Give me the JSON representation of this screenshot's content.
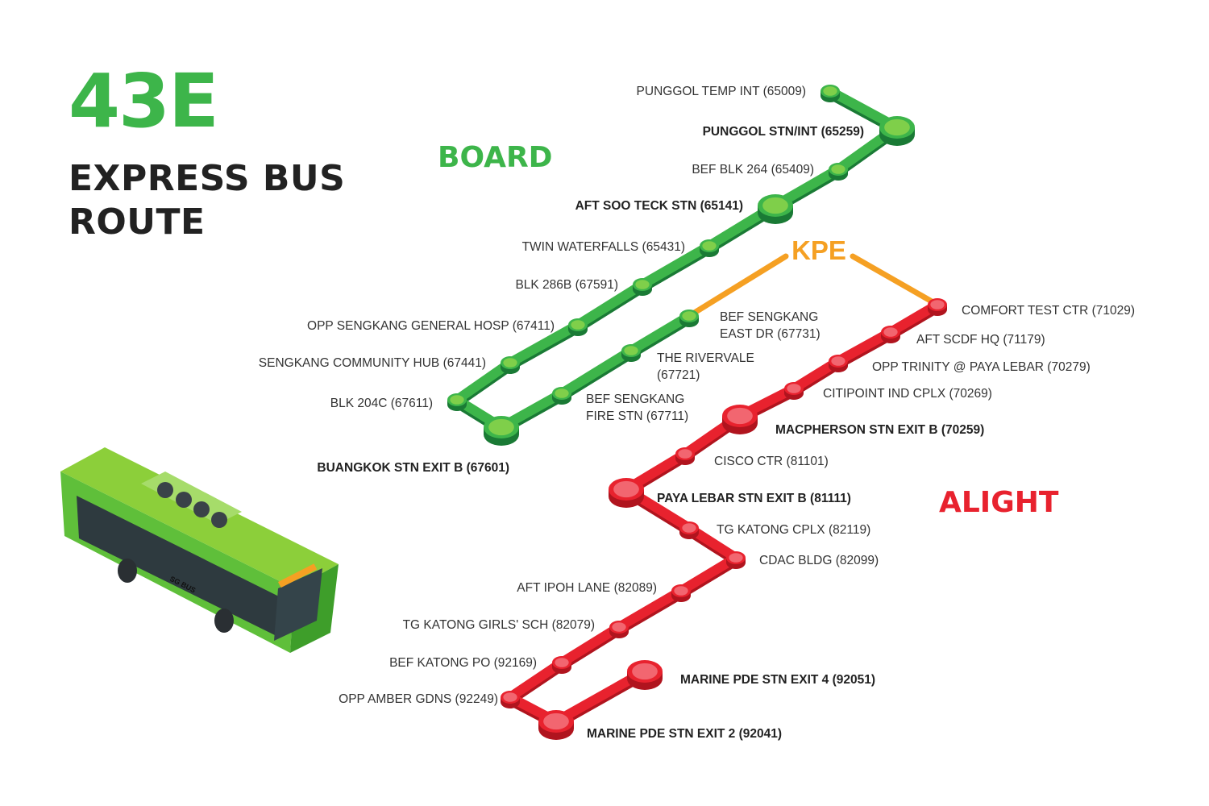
{
  "header": {
    "route_number": "43E",
    "subtitle_line1": "EXPRESS BUS",
    "subtitle_line2": "ROUTE"
  },
  "labels": {
    "board": "BOARD",
    "kpe": "KPE",
    "alight": "ALIGHT"
  },
  "colors": {
    "green": "#3db54a",
    "green_light": "#7fcf4a",
    "green_dark": "#1a7a35",
    "red": "#e8222e",
    "red_light": "#f26670",
    "red_dark": "#b0141e",
    "orange": "#f5a023",
    "text": "#222222"
  },
  "board_stops": [
    {
      "name": "PUNGGOL TEMP INT (65009)",
      "major": false
    },
    {
      "name": "PUNGGOL STN/INT (65259)",
      "major": true
    },
    {
      "name": "BEF BLK 264 (65409)",
      "major": false
    },
    {
      "name": "AFT SOO TECK STN (65141)",
      "major": true
    },
    {
      "name": "TWIN WATERFALLS (65431)",
      "major": false
    },
    {
      "name": "BLK 286B (67591)",
      "major": false
    },
    {
      "name": "OPP SENGKANG GENERAL HOSP (67411)",
      "major": false
    },
    {
      "name": "SENGKANG COMMUNITY HUB (67441)",
      "major": false
    },
    {
      "name": "BLK 204C (67611)",
      "major": false
    },
    {
      "name": "BUANGKOK STN EXIT B (67601)",
      "major": true
    },
    {
      "name": "BEF SENGKANG FIRE STN (67711)",
      "major": false,
      "lines": [
        "BEF SENGKANG",
        "FIRE STN (67711)"
      ]
    },
    {
      "name": "THE RIVERVALE (67721)",
      "major": false,
      "lines": [
        "THE RIVERVALE",
        "(67721)"
      ]
    },
    {
      "name": "BEF SENGKANG EAST DR (67731)",
      "major": false,
      "lines": [
        "BEF SENGKANG",
        "EAST DR (67731)"
      ]
    }
  ],
  "alight_stops": [
    {
      "name": "COMFORT TEST CTR (71029)",
      "major": false
    },
    {
      "name": "AFT SCDF HQ (71179)",
      "major": false
    },
    {
      "name": "OPP TRINITY @ PAYA LEBAR (70279)",
      "major": false
    },
    {
      "name": "CITIPOINT IND CPLX (70269)",
      "major": false
    },
    {
      "name": "MACPHERSON STN EXIT B (70259)",
      "major": true
    },
    {
      "name": "CISCO CTR (81101)",
      "major": false
    },
    {
      "name": "PAYA LEBAR STN EXIT B (81111)",
      "major": true
    },
    {
      "name": "TG KATONG CPLX (82119)",
      "major": false
    },
    {
      "name": "CDAC BLDG (82099)",
      "major": false
    },
    {
      "name": "AFT IPOH LANE (82089)",
      "major": false
    },
    {
      "name": "TG KATONG GIRLS' SCH (82079)",
      "major": false
    },
    {
      "name": "BEF KATONG PO (92169)",
      "major": false
    },
    {
      "name": "OPP AMBER GDNS (92249)",
      "major": false
    },
    {
      "name": "MARINE PDE STN EXIT 2 (92041)",
      "major": true
    },
    {
      "name": "MARINE PDE STN EXIT 4 (92051)",
      "major": true
    }
  ],
  "bus": {
    "brand": "SG BUS"
  }
}
